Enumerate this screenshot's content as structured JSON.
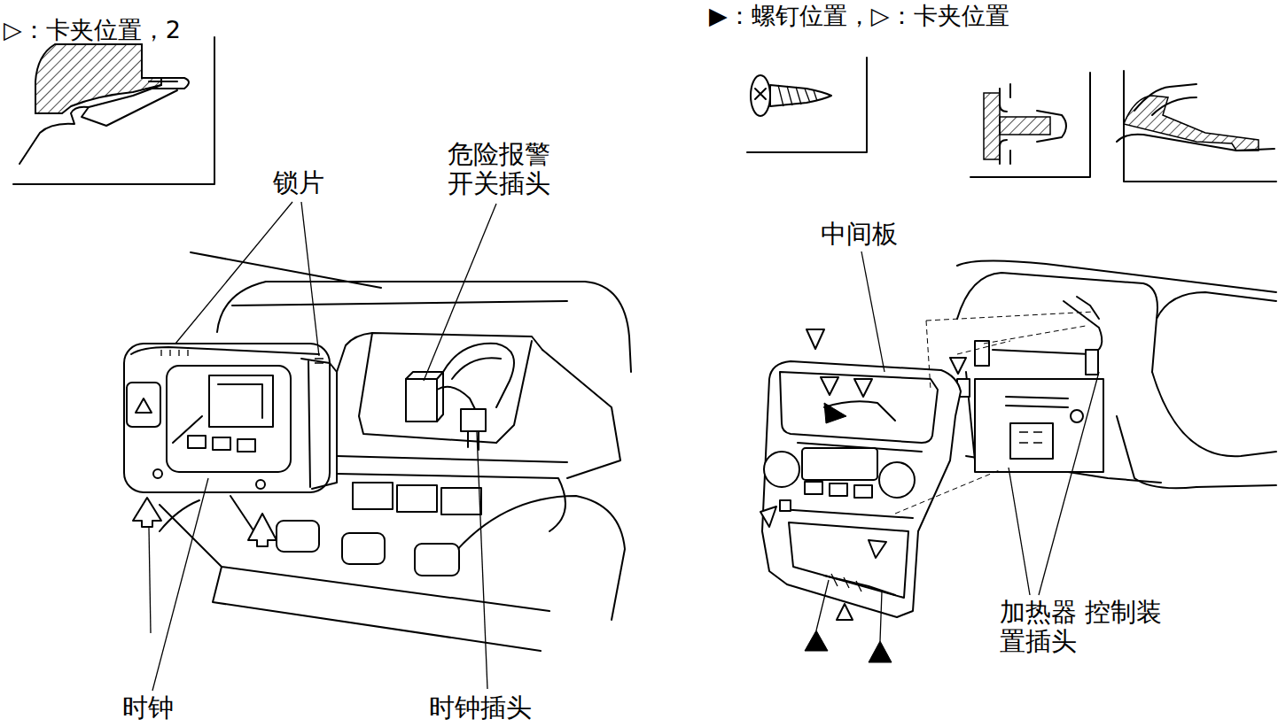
{
  "diagram": {
    "labels": [
      "▷：卡夹位置，2",
      "锁片",
      "危险报警 开关插头",
      "时钟",
      "时钟插头",
      "▶：螺钉位置，▷：卡夹位置",
      "中间板",
      "加热器 控制装置插头"
    ]
  }
}
